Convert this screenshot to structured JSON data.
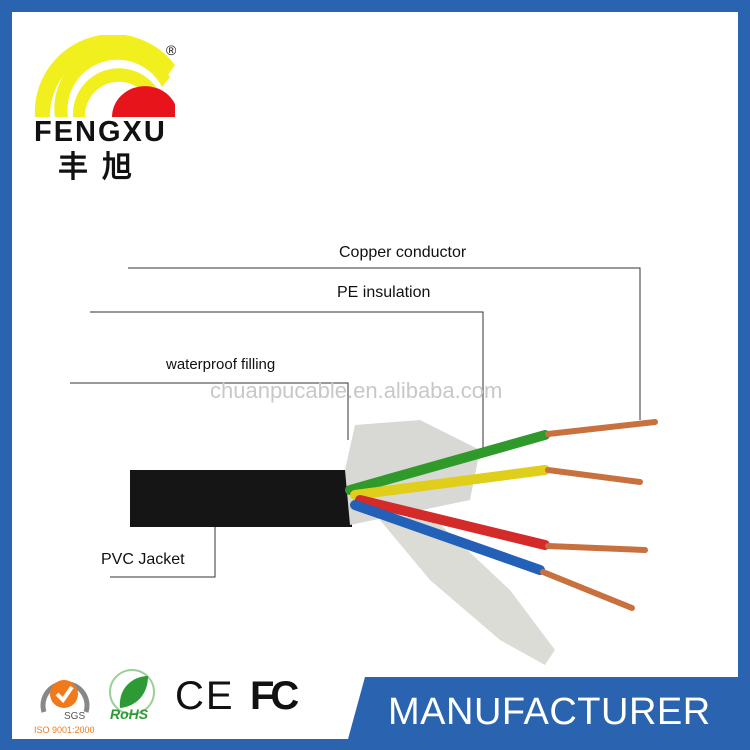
{
  "brand": {
    "name": "FENGXU",
    "name_cn": "丰旭",
    "registered": "®",
    "colors": {
      "yellow": "#f2ef1e",
      "red": "#e8141c"
    }
  },
  "watermark": "chuanpucable.en.alibaba.com",
  "labels": {
    "copper": "Copper conductor",
    "pe": "PE insulation",
    "filling": "waterproof filling",
    "jacket": "PVC Jacket"
  },
  "certifications": {
    "sgs": "SGS",
    "iso": "ISO 9001:2000",
    "rohs": "RoHS",
    "ce": "CE",
    "fc": "FC"
  },
  "banner": {
    "text": "MANUFACTURER",
    "color": "#2a64b0"
  },
  "wire_colors": [
    "#2f9a2a",
    "#e0cf1a",
    "#d42a2a",
    "#2360b8"
  ]
}
